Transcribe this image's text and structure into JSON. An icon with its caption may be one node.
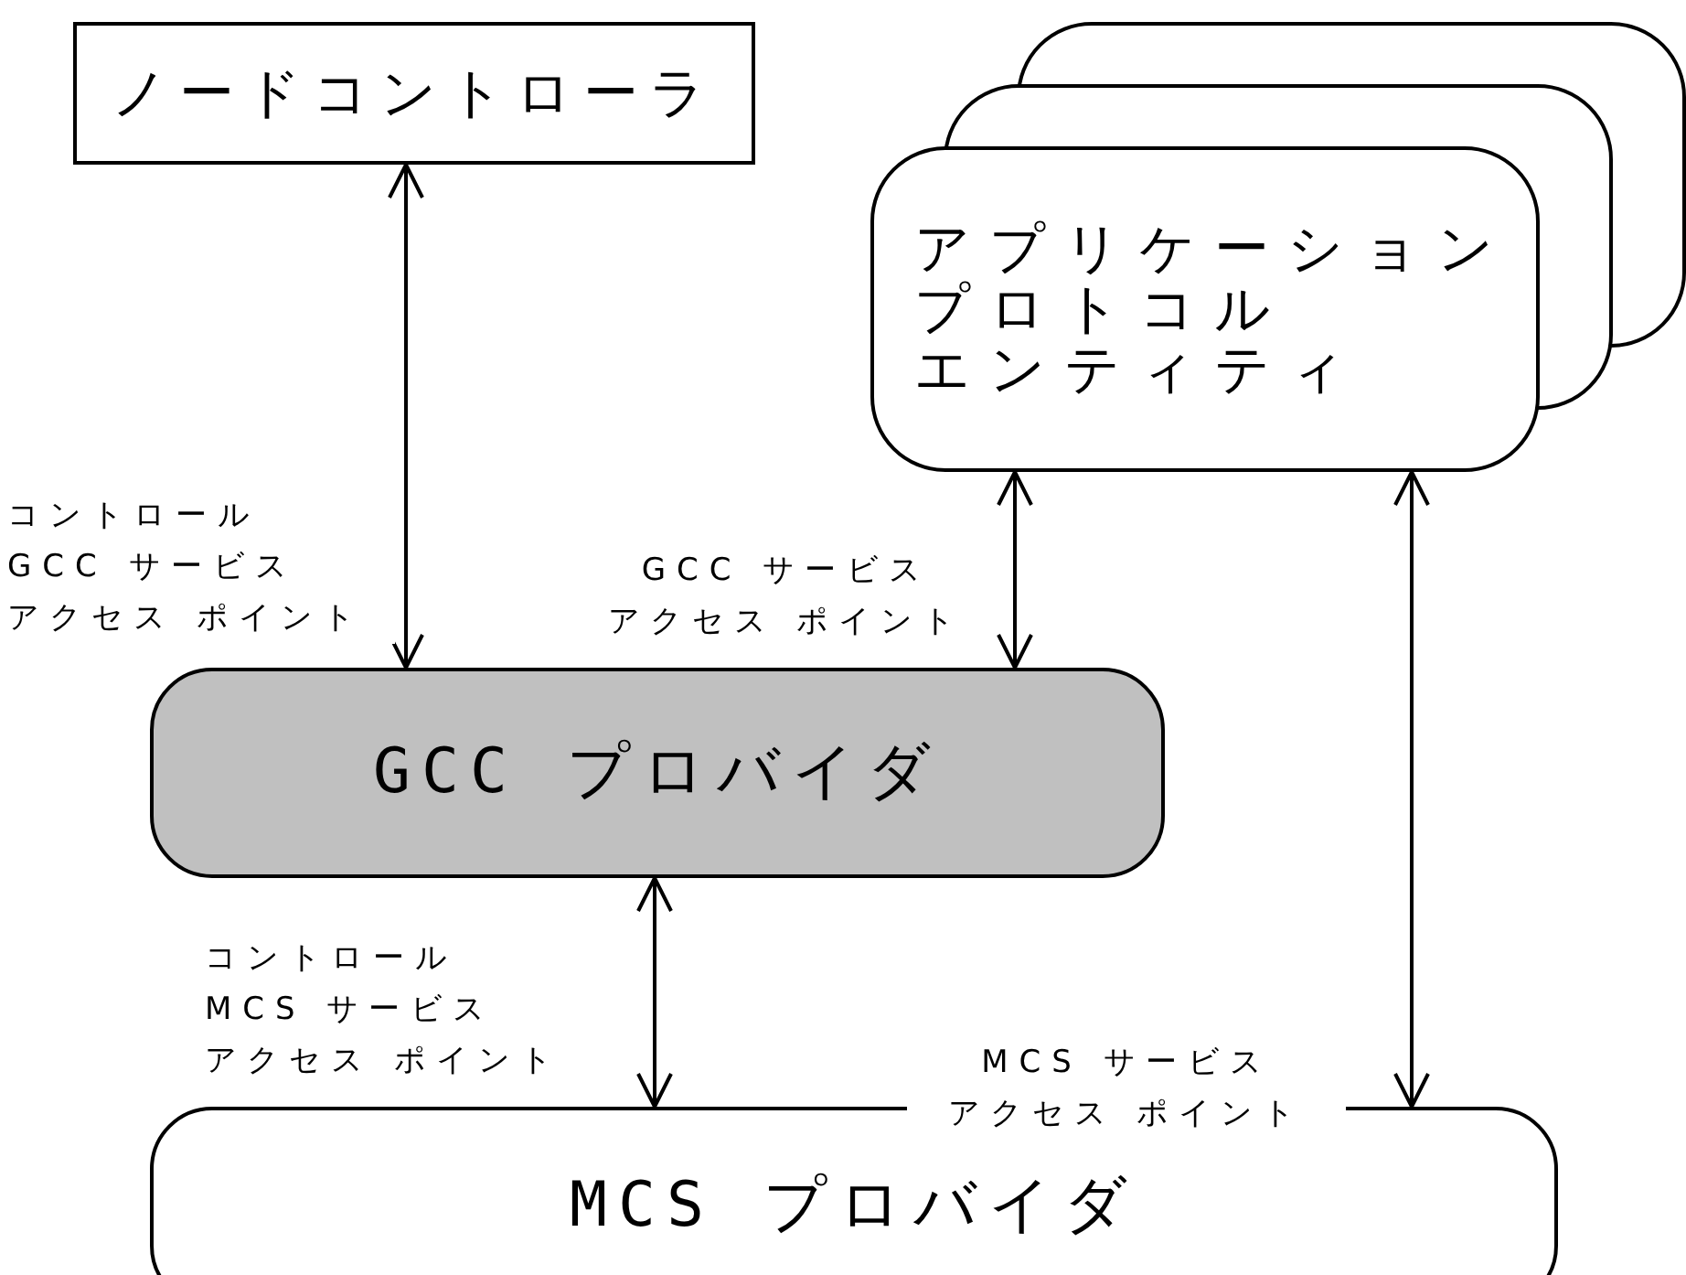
{
  "diagram": {
    "nodes": [
      {
        "text": [
          "ノードコントローラ"
        ]
      },
      {
        "text": [
          "アプリケーションプロトコルエンティティ"
        ]
      },
      {
        "text": [
          "GCC プロバイダ"
        ]
      },
      {
        "text": [
          "MCS プロバイダ"
        ]
      }
    ],
    "edges": [
      {
        "from": 0,
        "to": 2,
        "arrow": "both",
        "label": "コントロールGCC サービスアクセス ポイント"
      },
      {
        "from": 1,
        "to": 2,
        "arrow": "both",
        "label": "GCC サービスアクセス ポイント"
      },
      {
        "from": 1,
        "to": 3,
        "arrow": "both",
        "label": "MCS サービスアクセス ポイント"
      },
      {
        "from": 2,
        "to": 3,
        "arrow": "both",
        "label": "コントロールMCS サービスアクセス ポイント"
      }
    ]
  }
}
